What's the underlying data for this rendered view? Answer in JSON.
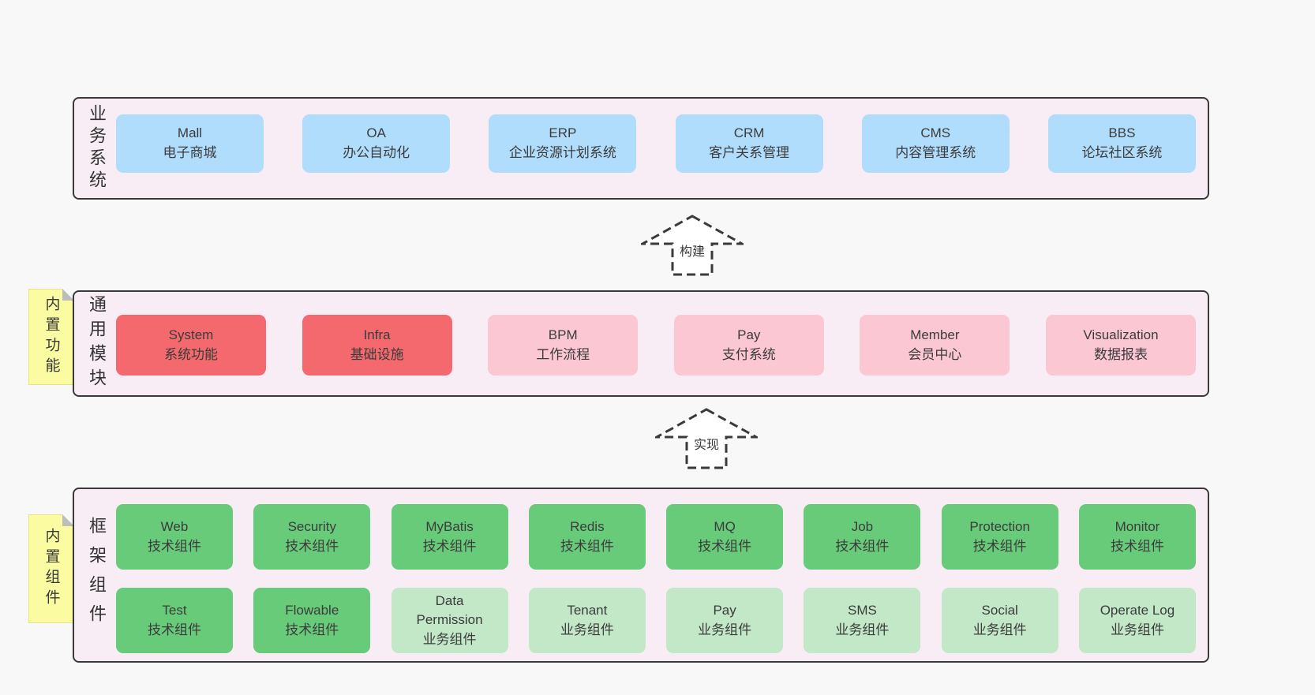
{
  "colors": {
    "page_bg": "#f8f8f8",
    "container_bg": "#f8edf5",
    "container_border": "#3a3a3a",
    "blue_box": "#b0ddfb",
    "red_box": "#f4696d",
    "pink_box": "#fbc7d3",
    "green_box": "#68cb7a",
    "lightgreen_box": "#c3e8c8",
    "sticky_tab": "#fbfba2",
    "fold_gray": "#bdbdbd",
    "text": "#3b3b3b"
  },
  "tabs": {
    "features": "内置功能",
    "components": "内置组件"
  },
  "arrows": {
    "build": {
      "label": "构建"
    },
    "implement": {
      "label": "实现"
    }
  },
  "layers": {
    "business": {
      "label": "业务系统",
      "boxes": [
        {
          "title": "Mall",
          "subtitle": "电子商城"
        },
        {
          "title": "OA",
          "subtitle": "办公自动化"
        },
        {
          "title": "ERP",
          "subtitle": "企业资源计划系统"
        },
        {
          "title": "CRM",
          "subtitle": "客户关系管理"
        },
        {
          "title": "CMS",
          "subtitle": "内容管理系统"
        },
        {
          "title": "BBS",
          "subtitle": "论坛社区系统"
        }
      ]
    },
    "modules": {
      "label": "通用模块",
      "boxes": [
        {
          "title": "System",
          "subtitle": "系统功能"
        },
        {
          "title": "Infra",
          "subtitle": "基础设施"
        },
        {
          "title": "BPM",
          "subtitle": "工作流程"
        },
        {
          "title": "Pay",
          "subtitle": "支付系统"
        },
        {
          "title": "Member",
          "subtitle": "会员中心"
        },
        {
          "title": "Visualization",
          "subtitle": "数据报表"
        }
      ]
    },
    "components": {
      "label": "框架组件",
      "rows": [
        [
          {
            "title": "Web",
            "subtitle": "技术组件"
          },
          {
            "title": "Security",
            "subtitle": "技术组件"
          },
          {
            "title": "MyBatis",
            "subtitle": "技术组件"
          },
          {
            "title": "Redis",
            "subtitle": "技术组件"
          },
          {
            "title": "MQ",
            "subtitle": "技术组件"
          },
          {
            "title": "Job",
            "subtitle": "技术组件"
          },
          {
            "title": "Protection",
            "subtitle": "技术组件"
          },
          {
            "title": "Monitor",
            "subtitle": "技术组件"
          }
        ],
        [
          {
            "title": "Test",
            "subtitle": "技术组件"
          },
          {
            "title": "Flowable",
            "subtitle": "技术组件"
          },
          {
            "title": "Data Permission",
            "subtitle": "业务组件"
          },
          {
            "title": "Tenant",
            "subtitle": "业务组件"
          },
          {
            "title": "Pay",
            "subtitle": "业务组件"
          },
          {
            "title": "SMS",
            "subtitle": "业务组件"
          },
          {
            "title": "Social",
            "subtitle": "业务组件"
          },
          {
            "title": "Operate Log",
            "subtitle": "业务组件"
          }
        ]
      ]
    }
  }
}
